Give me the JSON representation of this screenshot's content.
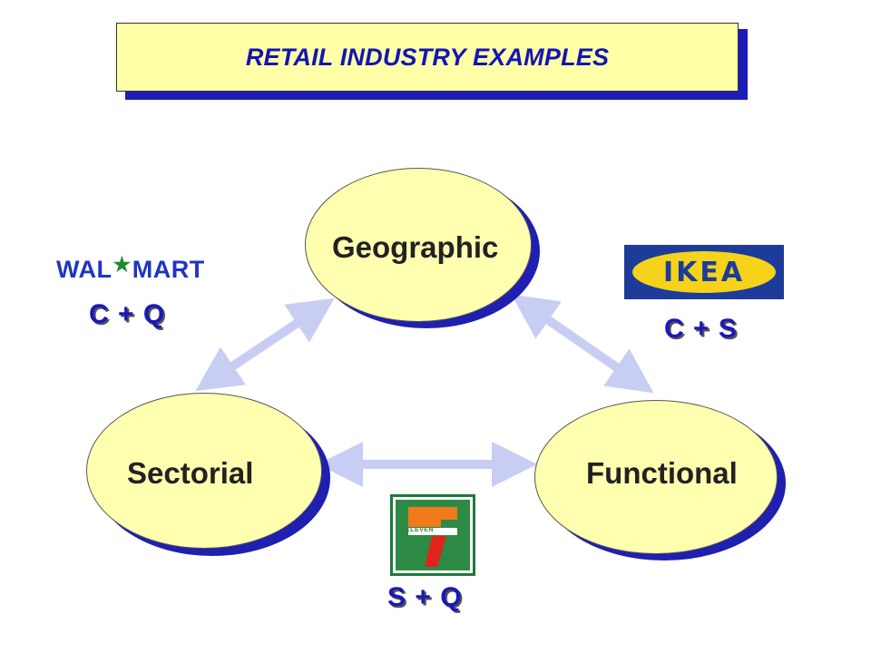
{
  "title": "RETAIL INDUSTRY EXAMPLES",
  "nodes": {
    "geographic": "Geographic",
    "sectorial": "Sectorial",
    "functional": "Functional"
  },
  "brands": {
    "walmart": {
      "left": "WAL",
      "right": "MART",
      "star_color": "#1e8c2e",
      "text_color": "#1f35c4"
    },
    "ikea": {
      "text": "IKEA",
      "bg_color": "#1d3c99",
      "oval_color": "#f5d31a"
    },
    "seven_eleven": {
      "word": "ELEVEN",
      "green": "#2c8a45",
      "orange": "#f07a1c",
      "red": "#e0241b"
    }
  },
  "formulas": {
    "walmart": "C + Q",
    "ikea": "C + S",
    "seven_eleven": "S + Q"
  },
  "colors": {
    "ellipse_fill": "#ffffb0",
    "accent_blue": "#1a1ab8",
    "arrow": "#c8cdf4"
  }
}
